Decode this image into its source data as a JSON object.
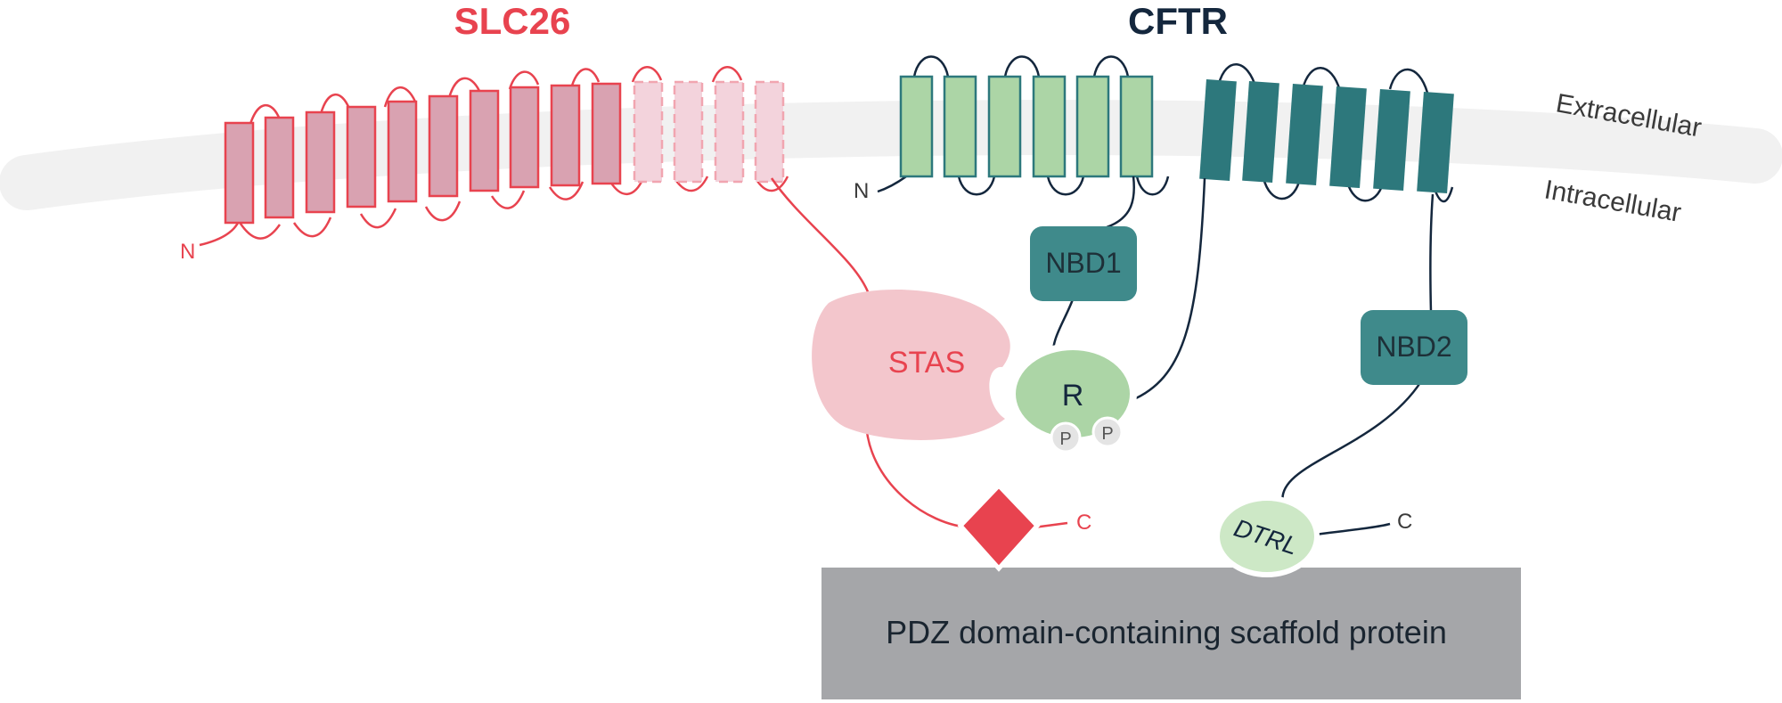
{
  "titles": {
    "slc26": "SLC26",
    "cftr": "CFTR"
  },
  "membrane": {
    "extracellular": "Extracellular",
    "intracellular": "Intracellular"
  },
  "slc26": {
    "n_terminus": "N",
    "c_terminus": "C",
    "stas": "STAS"
  },
  "cftr": {
    "n_terminus": "N",
    "c_terminus": "C",
    "nbd1": "NBD1",
    "nbd2": "NBD2",
    "r_domain": "R",
    "phospho_1": "P",
    "phospho_2": "P",
    "dtrl": "DTRL"
  },
  "scaffold": {
    "label": "PDZ domain-containing scaffold protein"
  },
  "colors": {
    "slc26_red": "#e8434f",
    "slc26_fill": "#d9a2b1",
    "slc26_faded": "#f3d3dc",
    "stas_fill": "#f3c6cc",
    "cftr_light_green": "#acd5a6",
    "cftr_teal": "#2d787c",
    "nbd_teal": "#3f8a8b",
    "membrane_gray": "#f1f1f1",
    "scaffold_gray": "#a5a6a9",
    "title_dark": "#14273d"
  }
}
